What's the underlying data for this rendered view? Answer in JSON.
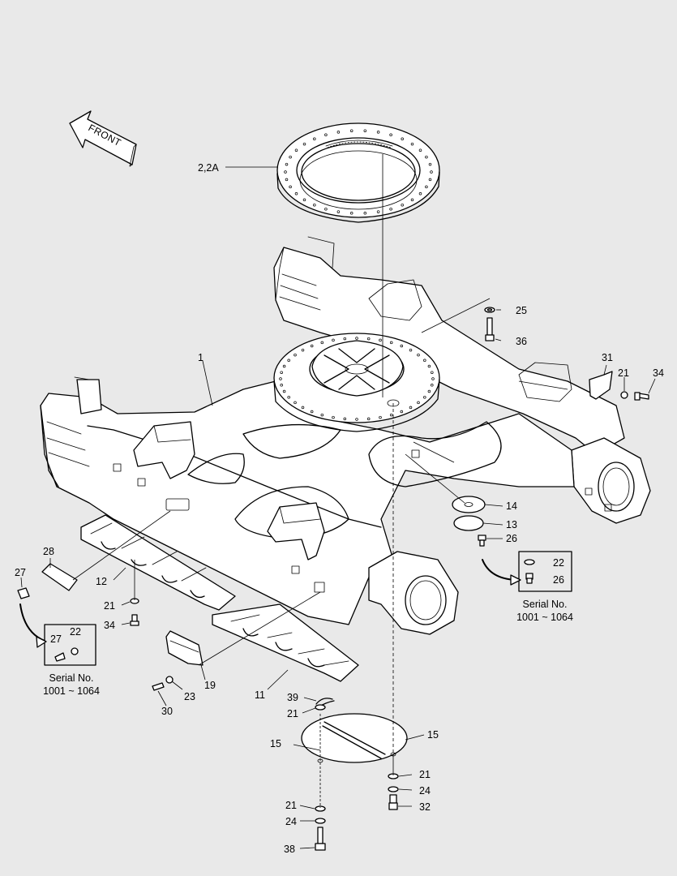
{
  "front_label": "FRONT",
  "labels": {
    "p2": "2,2A",
    "p1": "1",
    "p25": "25",
    "p36": "36",
    "p31": "31",
    "p21a": "21",
    "p34a": "34",
    "p14": "14",
    "p13": "13",
    "p26a": "26",
    "p22a": "22",
    "p26b": "26",
    "p28": "28",
    "p27a": "27",
    "p12": "12",
    "p21b": "21",
    "p34b": "34",
    "p27b": "27",
    "p22b": "22",
    "p19": "19",
    "p23": "23",
    "p30": "30",
    "p11": "11",
    "p39": "39",
    "p21c": "21",
    "p15a": "15",
    "p15b": "15",
    "p21d": "21",
    "p24a": "24",
    "p32": "32",
    "p21e": "21",
    "p24b": "24",
    "p38": "38"
  },
  "serial_right": {
    "line1": "Serial No.",
    "line2": "1001 ~ 1064"
  },
  "serial_left": {
    "line1": "Serial No.",
    "line2": "1001 ~ 1064"
  }
}
